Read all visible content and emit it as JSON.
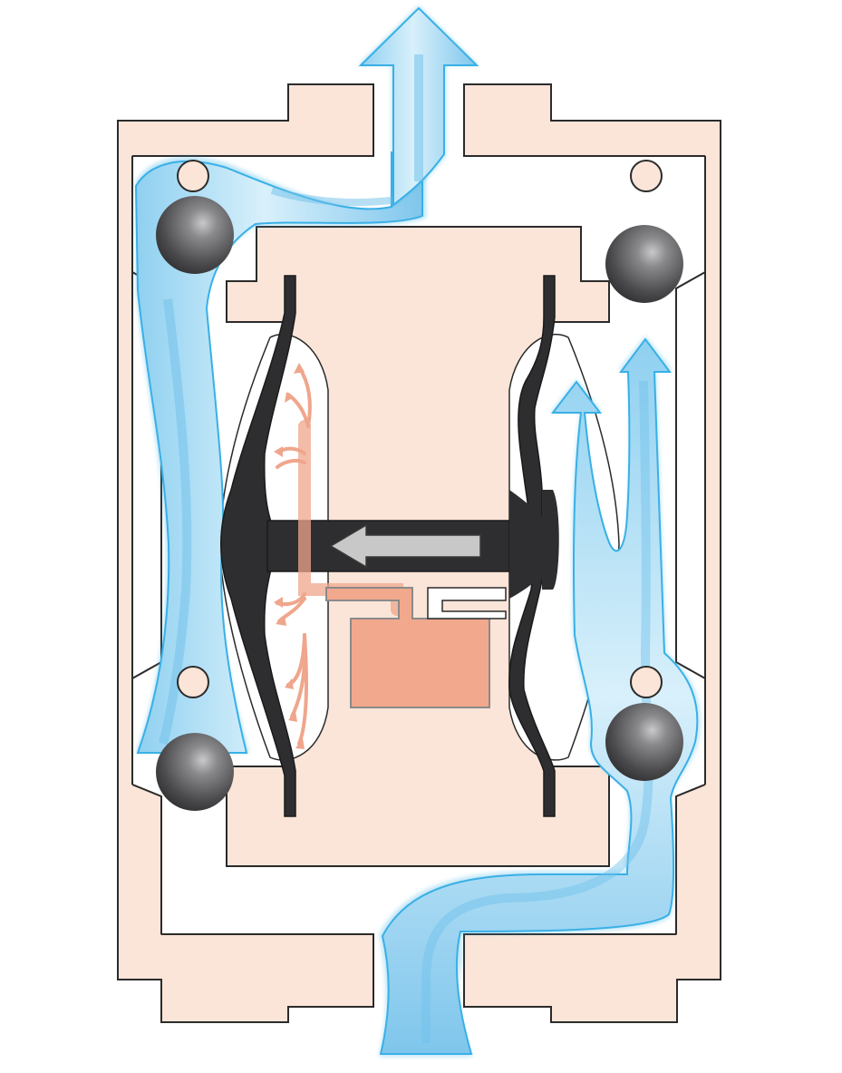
{
  "diagram": {
    "kind": "air-operated double diaphragm pump cross-section",
    "labels": [],
    "colors": {
      "housing": "#fbe5d8",
      "outline": "#2b2b2b",
      "fluid_light": "#c9e9f8",
      "fluid_mid": "#7cc4ea",
      "fluid_edge": "#39b0e6",
      "diaphragm": "#2e2e30",
      "air": "#efa68c",
      "air_valve": "#f2a88c",
      "shaft_arrow": "#c8c8c8",
      "ball": "#4a4a4c"
    },
    "components": [
      "pump-housing",
      "left-fluid-chamber",
      "right-fluid-chamber",
      "left-diaphragm",
      "right-diaphragm",
      "connecting-shaft",
      "air-valve",
      "check-ball-top-left",
      "check-ball-top-right",
      "check-ball-bottom-left",
      "check-ball-bottom-right",
      "outlet-arrow",
      "inlet-flow"
    ],
    "shaft_direction": "left"
  }
}
